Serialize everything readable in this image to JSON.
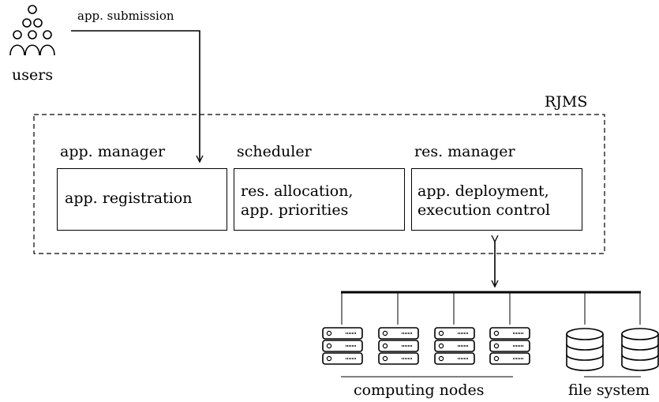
{
  "users": {
    "label": "users"
  },
  "submission": {
    "label": "app. submission"
  },
  "rjms": {
    "label": "RJMS",
    "components": [
      {
        "title": "app. manager",
        "lines": [
          "app. registration"
        ]
      },
      {
        "title": "scheduler",
        "lines": [
          "res. allocation,",
          "app. priorities"
        ]
      },
      {
        "title": "res. manager",
        "lines": [
          "app. deployment,",
          "execution control"
        ]
      }
    ]
  },
  "cluster": {
    "computing_nodes_label": "computing nodes",
    "file_system_label": "file system"
  },
  "icons": {
    "users": "users-group-icon",
    "server": "server-rack-icon",
    "storage": "database-disk-icon"
  }
}
